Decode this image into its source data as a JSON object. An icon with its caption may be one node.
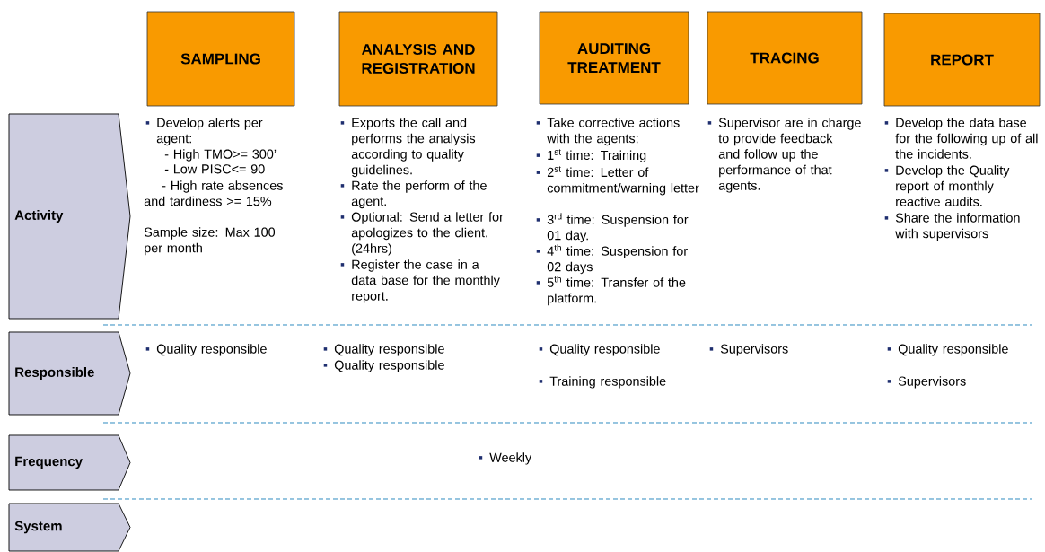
{
  "diagram": {
    "nodes": [
      {
        "text": [
          "SAMPLING"
        ]
      },
      {
        "text": [
          "ANALYSIS AND REGISTRATION"
        ]
      },
      {
        "text": [
          "AUDITING TREATMENT"
        ]
      },
      {
        "text": [
          "TRACING"
        ]
      },
      {
        "text": [
          "REPORT"
        ]
      },
      {
        "text": [
          "Activity"
        ]
      },
      {
        "text": [
          "Responsible"
        ]
      },
      {
        "text": [
          "Frequency"
        ]
      },
      {
        "text": [
          "System"
        ]
      }
    ],
    "labels": [
      "Develop alerts per agent:",
      "- High TMO>= 300’",
      "- Low PISC<= 90",
      "- High rate absences and tardiness >= 15%",
      "Sample size: Max 100 per month",
      "Exports the call and performs the analysis according to quality guidelines.",
      "Rate the perform of the agent.",
      "Optional: Send a letter for apologizes to the client. (24hrs)",
      "Register the case in a data base for the monthly report.",
      "Take corrective actions with the agents:",
      "1$^{st}$ time: Training",
      "2$^{st}$ time: Letter of commitment/warning letter",
      "3$^{rd}$ time: Suspension for 01 day.",
      "4$^{th}$ time: Suspension for 02 days",
      "5$^{th}$ time: Transfer of the platform.",
      "Supervisor are in charge to provide feedback and follow up the performance of that agents.",
      "Develop the data base for the following up of all the incidents.",
      "Develop the Quality report of monthly reactive audits.",
      "Share the information with supervisors",
      "Quality responsible",
      "Quality responsible",
      "Quality responsible",
      "Quality responsible",
      "Training responsible",
      "Supervisors",
      "Quality responsible",
      "Supervisors",
      "Weekly"
    ]
  }
}
